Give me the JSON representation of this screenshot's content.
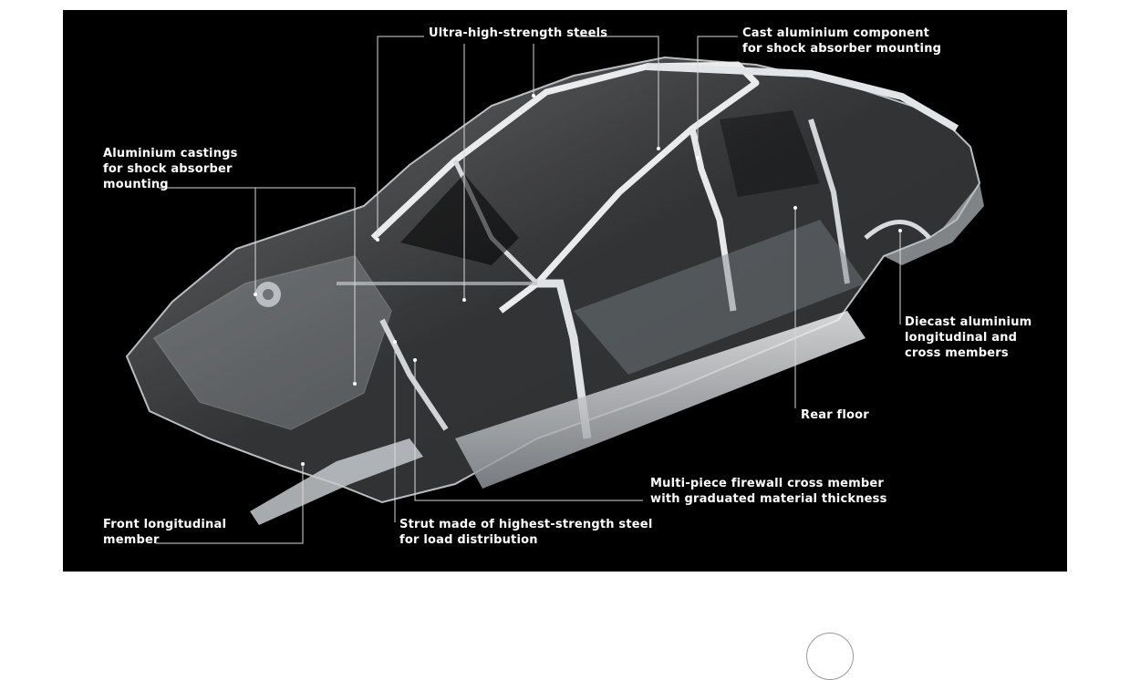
{
  "labels": {
    "ultra_high_strength": "Ultra-high-strength steels",
    "cast_aluminium": "Cast aluminium component\nfor shock absorber mounting",
    "aluminium_castings": "Aluminium castings\nfor shock absorber\nmounting",
    "diecast_aluminium": "Diecast aluminium\nlongitudinal and\ncross members",
    "rear_floor": "Rear floor",
    "firewall": "Multi-piece firewall cross member\nwith graduated material thickness",
    "strut": "Strut made of highest-strength steel\nfor load distribution",
    "front_longitudinal": "Front longitudinal\nmember"
  },
  "colors": {
    "background": "#000000",
    "page": "#ffffff",
    "label_text": "#ffffff",
    "leader_line": "#d9d9d9",
    "body_structure": "#bfc4c8"
  },
  "icons": {
    "logo": "brand-logo-icon"
  }
}
